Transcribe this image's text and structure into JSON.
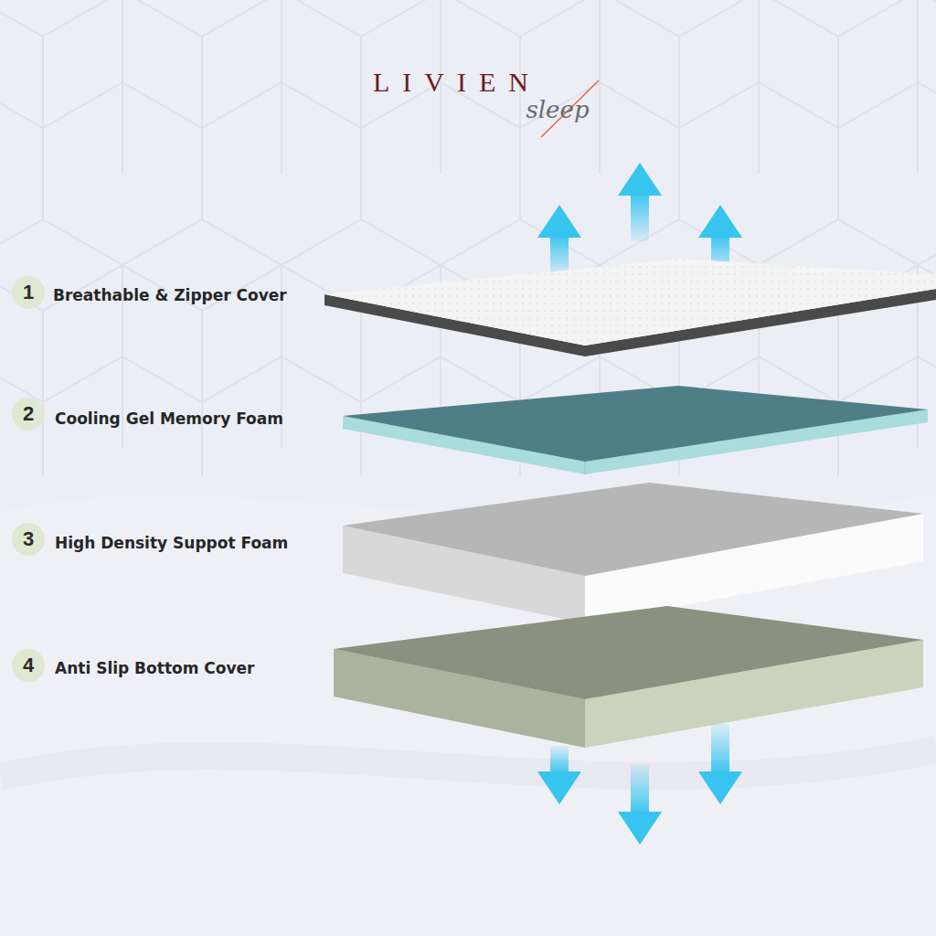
{
  "diagram": {
    "nodes": [
      {
        "text": [
          "1"
        ]
      },
      {
        "text": [
          "2"
        ]
      },
      {
        "text": [
          "3"
        ]
      },
      {
        "text": [
          "4"
        ]
      }
    ],
    "labels": [
      "LIVIEN",
      "sleep",
      "Breathable & Zipper Cover",
      "Cooling Gel Memory Foam",
      "High Density Suppot Foam",
      "Anti Slip Bottom Cover"
    ]
  }
}
